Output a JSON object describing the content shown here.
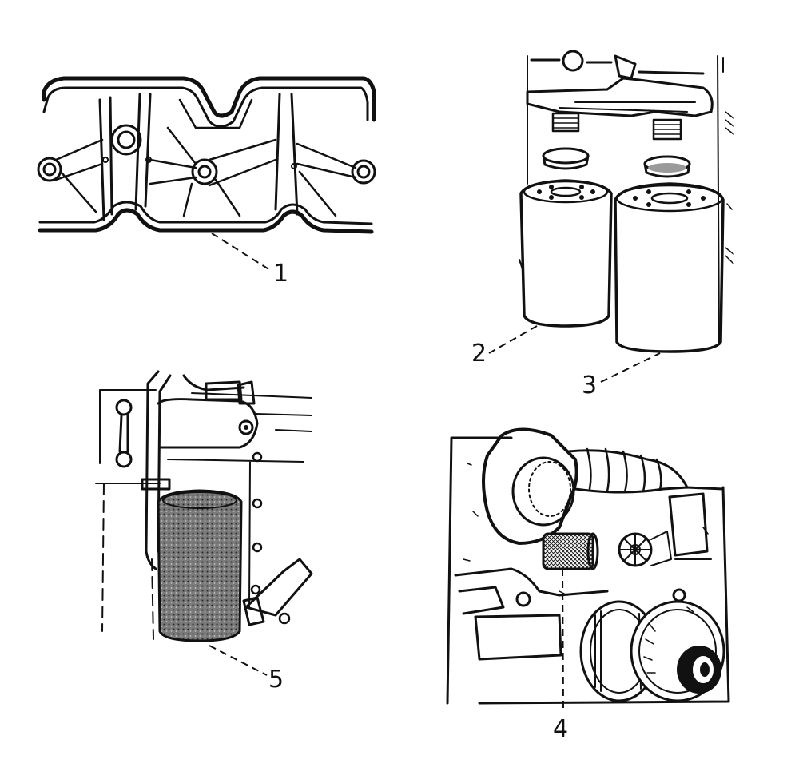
{
  "callouts": [
    {
      "id": "1",
      "text": "1"
    },
    {
      "id": "2",
      "text": "2"
    },
    {
      "id": "3",
      "text": "3"
    },
    {
      "id": "4",
      "text": "4"
    },
    {
      "id": "5",
      "text": "5"
    }
  ],
  "colors": {
    "ink": "#111111",
    "paper": "#ffffff",
    "shade": "#6b6b6b"
  }
}
